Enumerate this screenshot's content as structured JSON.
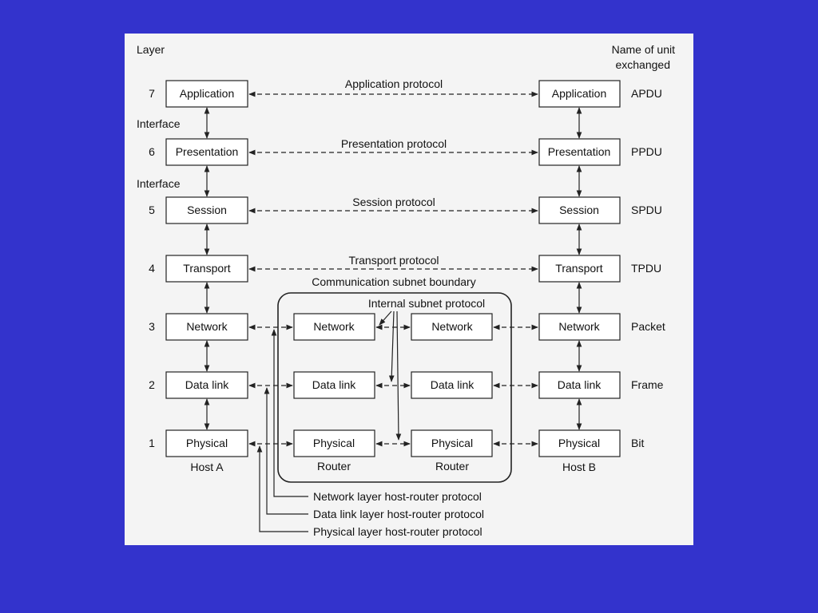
{
  "headers": {
    "layer": "Layer",
    "unit_line1": "Name of unit",
    "unit_line2": "exchanged"
  },
  "interface_label": "Interface",
  "layers": [
    {
      "num": "7",
      "name": "Application",
      "unit": "APDU",
      "protocol": "Application protocol"
    },
    {
      "num": "6",
      "name": "Presentation",
      "unit": "PPDU",
      "protocol": "Presentation protocol"
    },
    {
      "num": "5",
      "name": "Session",
      "unit": "SPDU",
      "protocol": "Session protocol"
    },
    {
      "num": "4",
      "name": "Transport",
      "unit": "TPDU",
      "protocol": "Transport protocol"
    },
    {
      "num": "3",
      "name": "Network",
      "unit": "Packet"
    },
    {
      "num": "2",
      "name": "Data link",
      "unit": "Frame"
    },
    {
      "num": "1",
      "name": "Physical",
      "unit": "Bit"
    }
  ],
  "subnet": {
    "boundary_label": "Communication subnet boundary",
    "internal_protocol": "Internal subnet protocol",
    "router_label": "Router",
    "layers": [
      "Network",
      "Data link",
      "Physical"
    ]
  },
  "hosts": {
    "a": "Host A",
    "b": "Host B"
  },
  "host_router_protocols": {
    "network": "Network layer host-router protocol",
    "datalink": "Data link layer host-router protocol",
    "physical": "Physical layer host-router protocol"
  }
}
